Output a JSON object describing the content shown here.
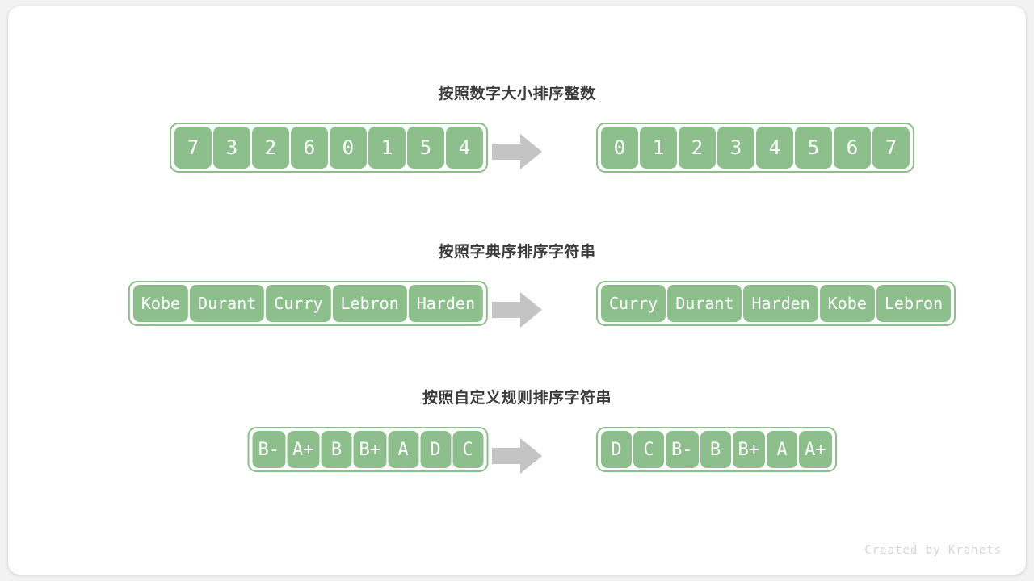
{
  "watermark": "Created by Krahets",
  "arrow_color": "#c4c4c4",
  "cell_color": "#8cbf8c",
  "title_color": "#3b3b3b",
  "rows": [
    {
      "id": "integers",
      "title": "按照数字大小排序整数",
      "kind": "num",
      "unsorted": [
        "7",
        "3",
        "2",
        "6",
        "0",
        "1",
        "5",
        "4"
      ],
      "sorted": [
        "0",
        "1",
        "2",
        "3",
        "4",
        "5",
        "6",
        "7"
      ]
    },
    {
      "id": "lexicographic-strings",
      "title": "按照字典序排序字符串",
      "kind": "word",
      "unsorted": [
        "Kobe",
        "Durant",
        "Curry",
        "Lebron",
        "Harden"
      ],
      "sorted": [
        "Curry",
        "Durant",
        "Harden",
        "Kobe",
        "Lebron"
      ]
    },
    {
      "id": "custom-rule-strings",
      "title": "按照自定义规则排序字符串",
      "kind": "grade",
      "unsorted": [
        "B-",
        "A+",
        "B",
        "B+",
        "A",
        "D",
        "C"
      ],
      "sorted": [
        "D",
        "C",
        "B-",
        "B",
        "B+",
        "A",
        "A+"
      ]
    }
  ]
}
